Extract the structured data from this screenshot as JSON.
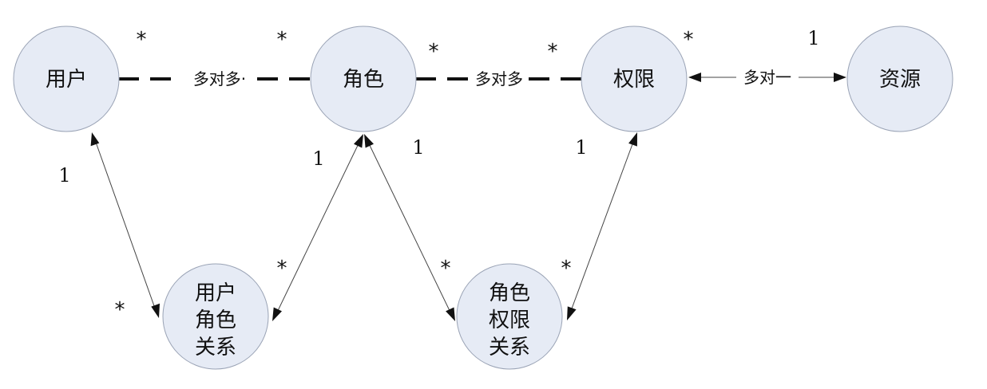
{
  "nodes": {
    "user": "用户",
    "role": "角色",
    "permission": "权限",
    "resource": "资源",
    "user_role_relation": [
      "用户",
      "角色",
      "关系"
    ],
    "role_permission_relation": [
      "角色",
      "权限",
      "关系"
    ]
  },
  "edges": {
    "user_role": "多对多·",
    "role_permission": "多对多",
    "permission_resource": "多对一"
  },
  "multiplicity": {
    "many": "*",
    "one": "1"
  }
}
